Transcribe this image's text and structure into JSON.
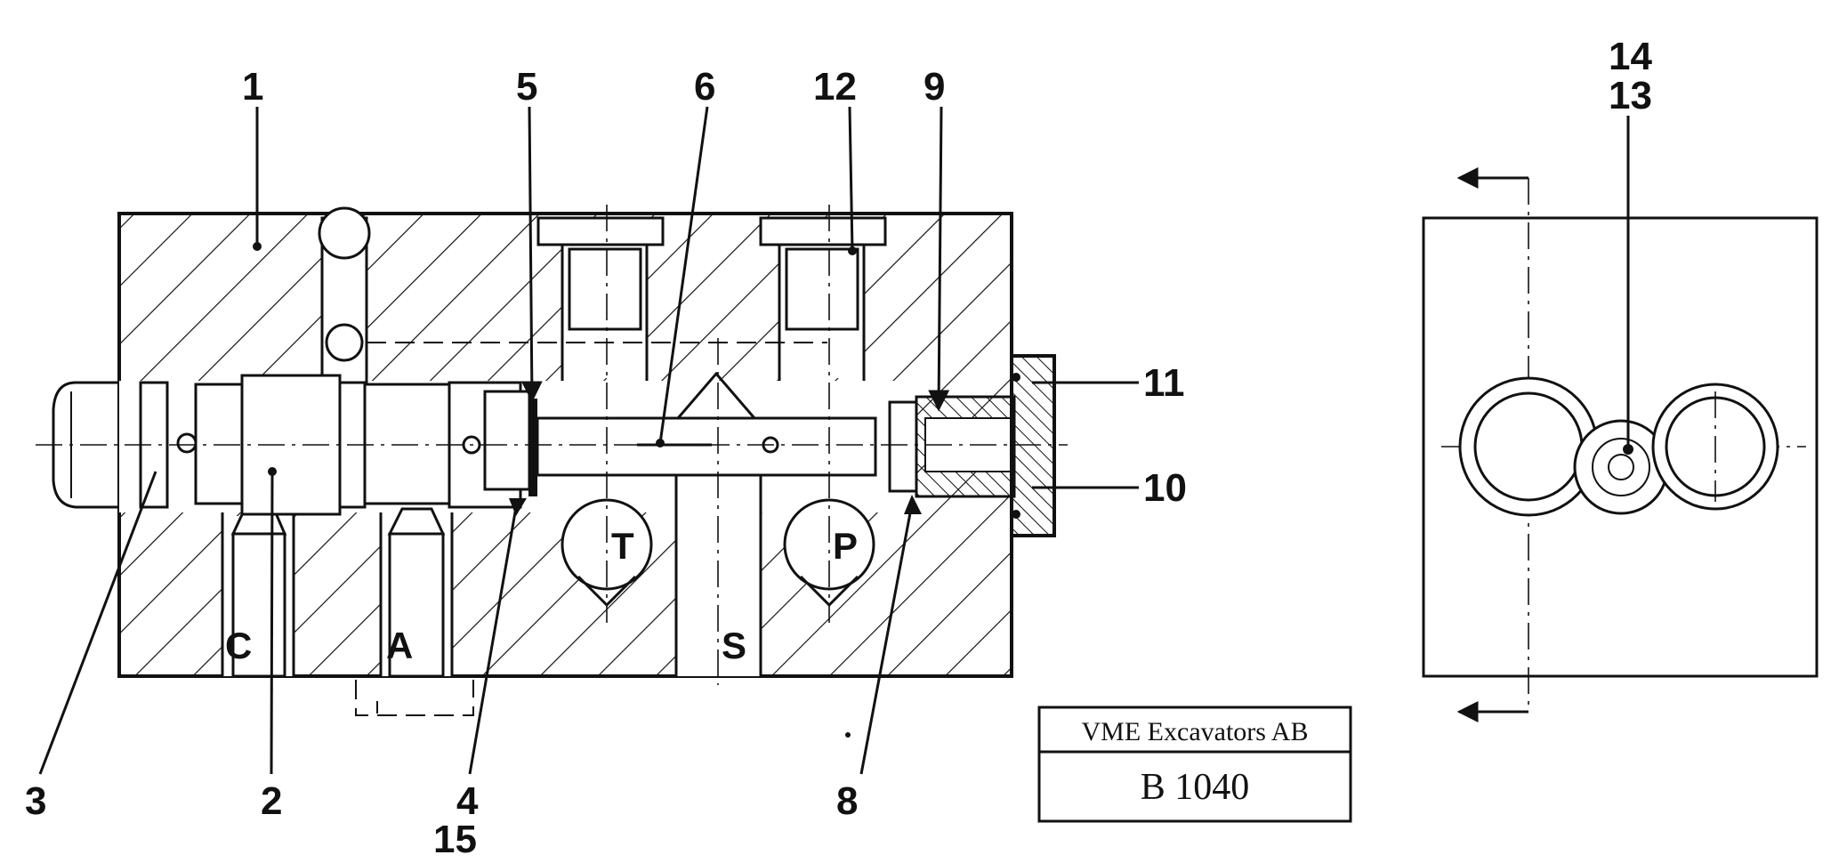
{
  "diagram": {
    "callouts": [
      "1",
      "2",
      "3",
      "4",
      "5",
      "6",
      "8",
      "9",
      "10",
      "11",
      "12",
      "13",
      "14",
      "15"
    ],
    "ports": [
      "C",
      "A",
      "S",
      "T",
      "P"
    ],
    "title_block": {
      "company": "VME Excavators AB",
      "code": "B 1040"
    },
    "colors": {
      "line": "#111111",
      "background": "#ffffff"
    }
  }
}
